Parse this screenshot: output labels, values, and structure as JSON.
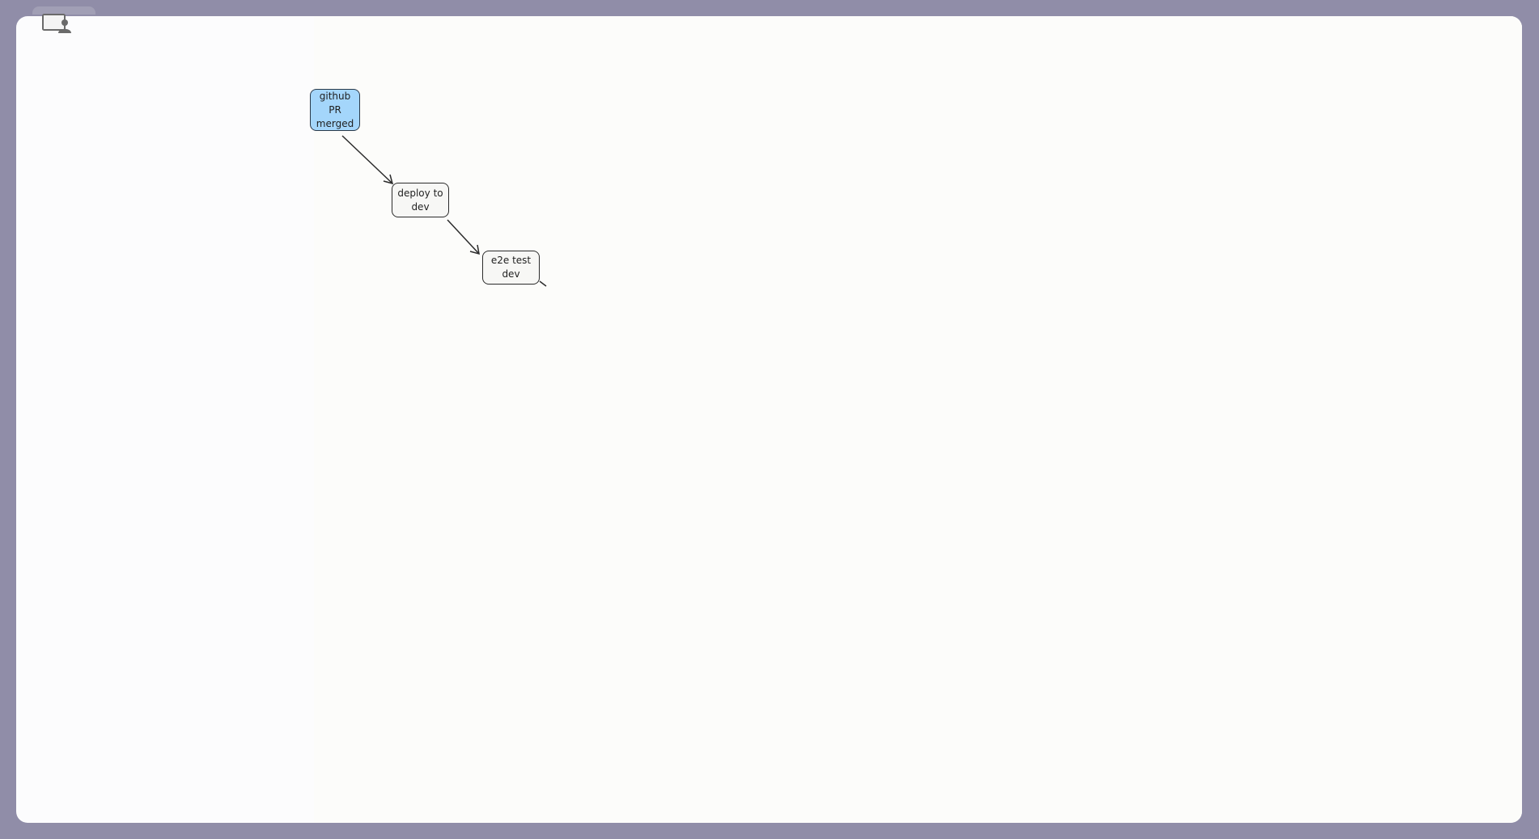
{
  "canvas": {
    "presenter_icon": "presenter-icon"
  },
  "diagram": {
    "nodes": [
      {
        "id": "github_pr_merged",
        "label": "github PR merged",
        "highlighted": true,
        "color": "#a4d6fb"
      },
      {
        "id": "deploy_to_dev",
        "label": "deploy to dev",
        "highlighted": false,
        "color": "#f7f7f5"
      },
      {
        "id": "e2e_test_dev",
        "label": "e2e test dev",
        "highlighted": false,
        "color": "#f7f7f5"
      }
    ],
    "edges": [
      {
        "from": "github_pr_merged",
        "to": "deploy_to_dev"
      },
      {
        "from": "deploy_to_dev",
        "to": "e2e_test_dev"
      },
      {
        "from": "e2e_test_dev",
        "to": ""
      }
    ]
  }
}
